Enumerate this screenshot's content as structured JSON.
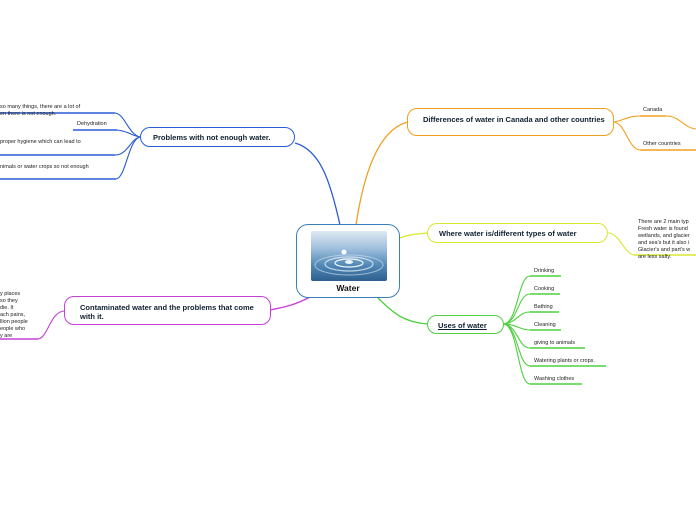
{
  "central": {
    "title": "Water",
    "image_icon": "water-drop-image"
  },
  "branches": {
    "problems": {
      "title": "Problems with not enough water.",
      "color": "#2a5bd7",
      "leaves": [
        "so many things, there are a lot of\nen there is not enough.",
        "Dehydration",
        "proper hygiene which can lead to",
        "nimals or water crops so not enough"
      ]
    },
    "differences": {
      "title": "Differences of water in Canada and other countries",
      "color": "#f0a020",
      "leaves": [
        "Canada",
        "Other countries"
      ]
    },
    "types": {
      "title": "Where water is/different types of water",
      "color": "#d8e830",
      "leaf_text": "There are 2 main typ\nFresh water is found\nwetlands, and glacier\nand sea's but it also i\nGlacier's and part's w\nare less salty."
    },
    "uses": {
      "title": "Uses of water",
      "color": "#4ed040",
      "leaves": [
        "Drinking",
        "Cooking",
        "Bathing",
        "Cleaning",
        "giving to animals",
        "Watering plants or crops.",
        "Washing clothes"
      ]
    },
    "contaminated": {
      "title": "Contaminated water and the problems that come with it.",
      "color": "#c640d8",
      "leaf_text": "y places\nso they\ndie. It\nach pains,\nllion people\neople who\ny are"
    }
  }
}
